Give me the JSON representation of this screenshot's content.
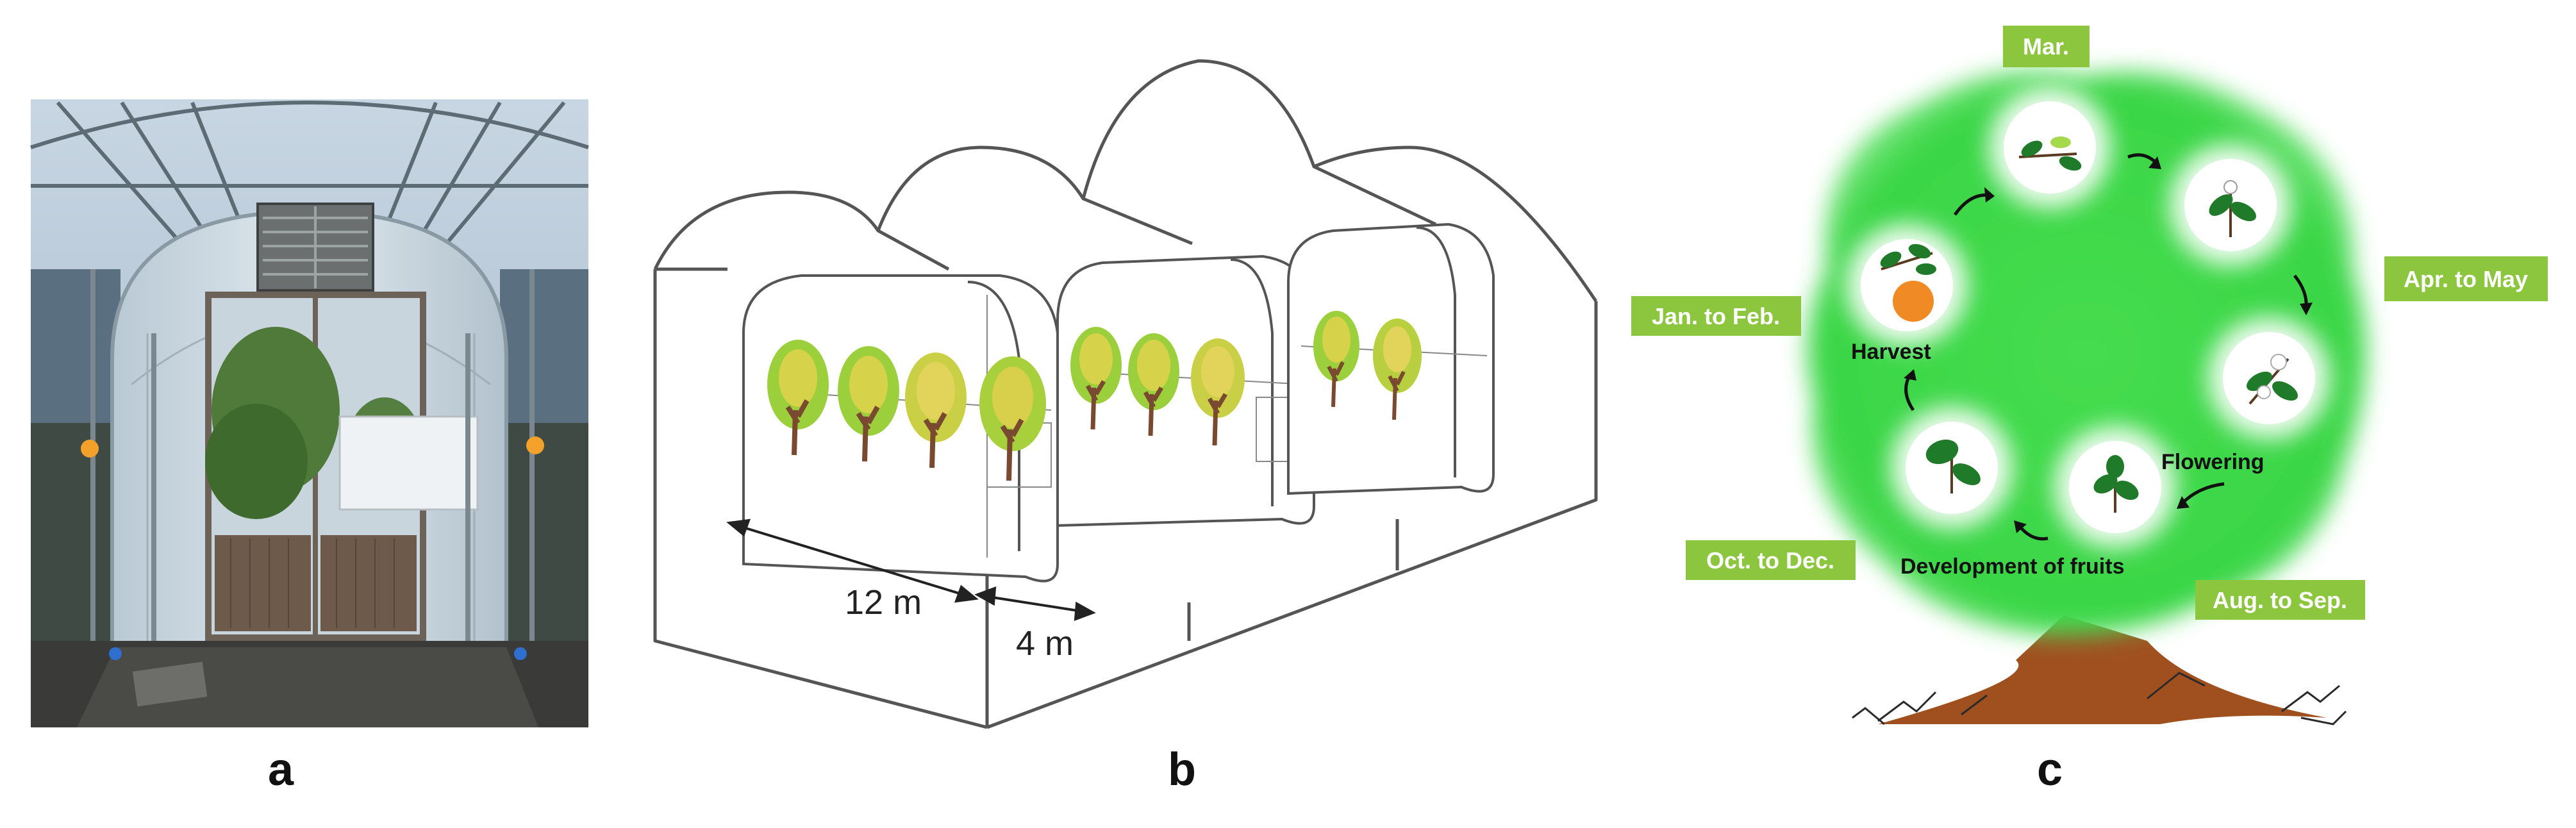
{
  "panel_labels": {
    "a": "a",
    "b": "b",
    "c": "c"
  },
  "panel_b": {
    "dim_length": "12  m",
    "dim_width": "4  m"
  },
  "panel_c": {
    "months": {
      "mar": "Mar.",
      "apr_may": "Apr. to May",
      "aug_sep": "Aug. to Sep.",
      "oct_dec": "Oct. to Dec.",
      "jan_feb": "Jan. to Feb."
    },
    "stages": {
      "harvest": "Harvest",
      "flowering": "Flowering",
      "development": "Development of fruits"
    },
    "colors": {
      "canopy": "#3fd84a",
      "label_box": "#8cc63f",
      "trunk": "#a0501f",
      "leaf": "#1f7a2a",
      "fruit": "#f08a24"
    }
  }
}
